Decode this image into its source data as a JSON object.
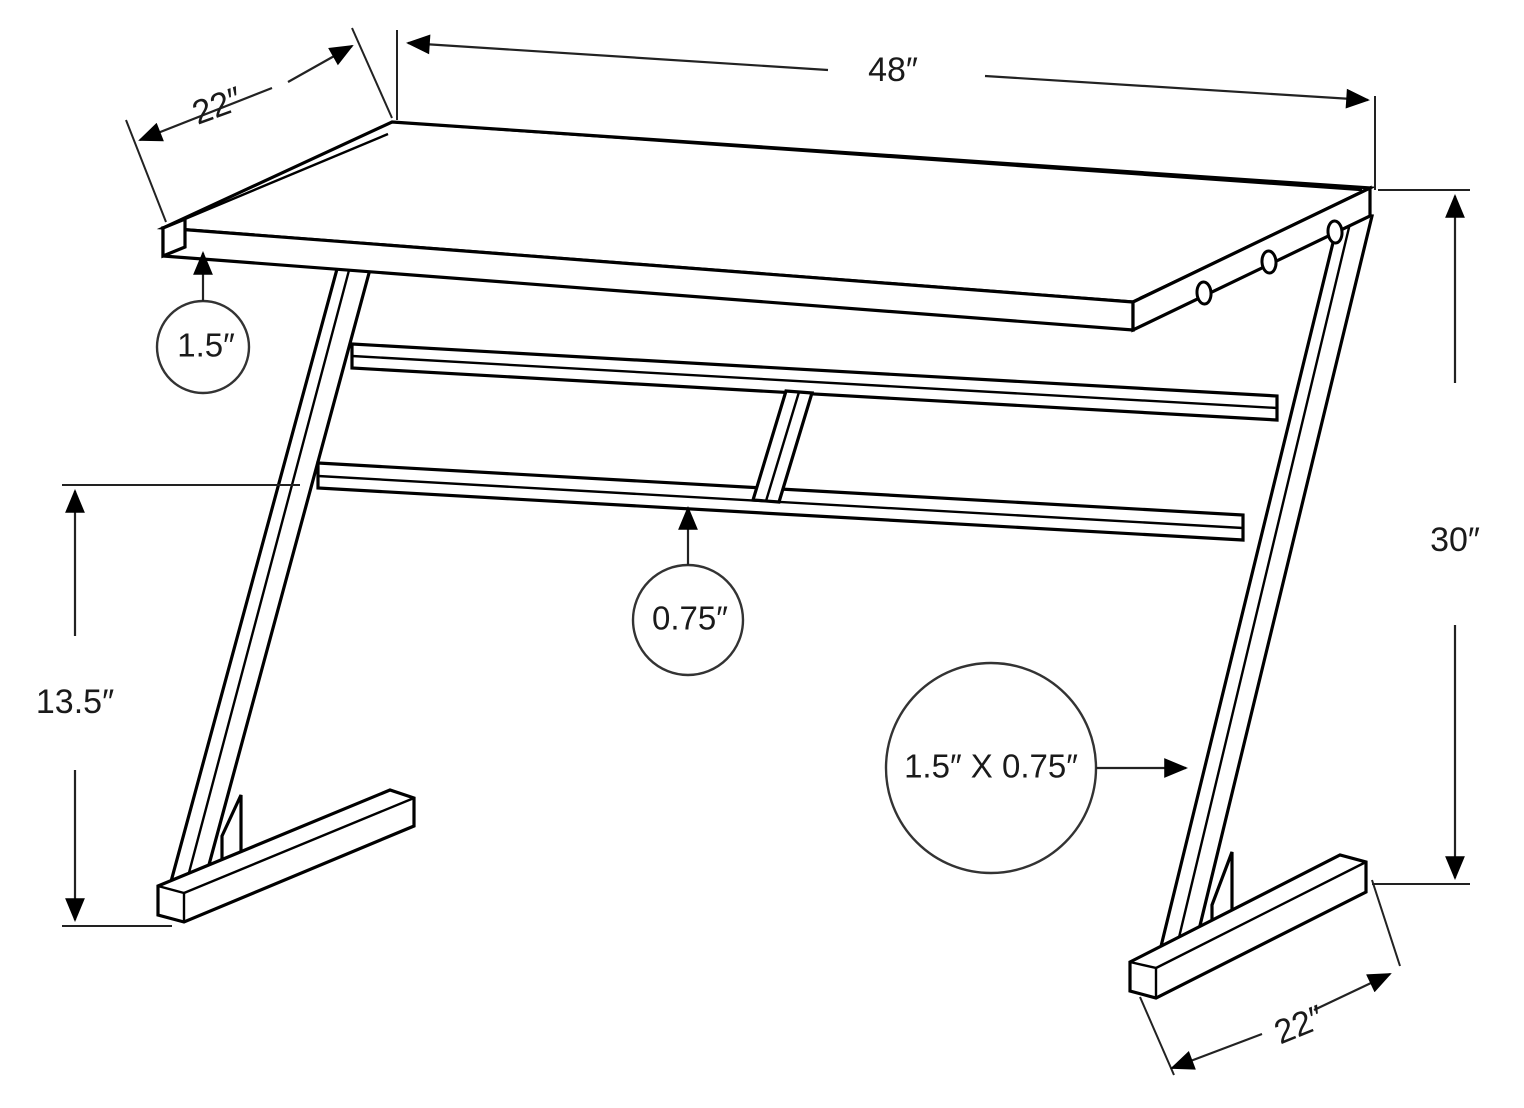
{
  "drawing": {
    "title": "Z-Frame Computer Desk Dimensioned Technical Drawing",
    "units": "inches",
    "line_color": "#000000",
    "background_color": "#ffffff",
    "dimension_color": "#222222"
  },
  "dimensions": {
    "depth_top": "22″",
    "width_top": "48″",
    "height_overall": "30″",
    "height_lower_shelf": "13.5″",
    "depth_foot": "22″"
  },
  "callouts": {
    "top_thickness": "1.5″",
    "rail_thickness": "0.75″",
    "leg_profile": "1.5″ X 0.75″"
  },
  "parts": {
    "tabletop": "desk-tabletop",
    "left_leg": "left-z-leg",
    "right_leg": "right-z-leg",
    "upper_rail": "upper-cross-rail",
    "lower_rail": "lower-cross-rail",
    "center_connector": "center-vertical-connector",
    "left_foot": "left-foot-bar",
    "right_foot": "right-foot-bar",
    "fasteners": "screw-holes"
  },
  "fastener_count": 3
}
